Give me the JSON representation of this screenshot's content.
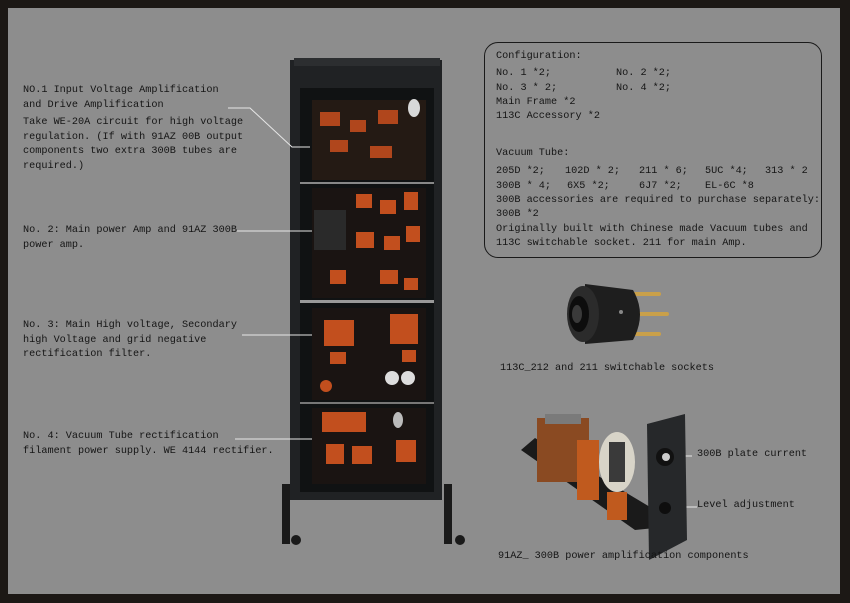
{
  "callouts": [
    {
      "lines": [
        "NO.1 Input Voltage Amplification",
        "and Drive Amplification"
      ],
      "detail": [
        "Take WE-20A circuit for high voltage",
        "regulation. (If with 91AZ 00B output",
        "components two extra 300B tubes are",
        "required.)"
      ]
    },
    {
      "lines": [
        "No. 2: Main power Amp and 91AZ 300B",
        "power amp."
      ]
    },
    {
      "lines": [
        "No. 3: Main High voltage, Secondary",
        "high Voltage and grid negative",
        "rectification filter."
      ]
    },
    {
      "lines": [
        "No. 4: Vacuum Tube rectification",
        "filament power supply. WE 4144 rectifier."
      ]
    }
  ],
  "config_box": {
    "title": "Configuration:",
    "items": [
      "No. 1 *2;",
      "No. 2 *2;",
      "No. 3 * 2;",
      "No. 4 *2;"
    ],
    "main_frame": "Main Frame *2",
    "accessory": "113C Accessory *2",
    "tube_title": "Vacuum Tube:",
    "tubes_row1": [
      "205D *2;",
      "102D * 2;",
      "211 * 6;",
      "5UC *4;",
      "313 * 2"
    ],
    "tubes_row2": [
      "300B * 4;",
      "6X5 *2;",
      "6J7 *2;",
      "EL-6C *8"
    ],
    "note1": "300B accessories are required to purchase separately:",
    "note2": "300B *2",
    "note3": "Originally built with Chinese made Vacuum tubes and",
    "note4": "113C switchable socket. 211 for main Amp."
  },
  "socket_caption": "113C_212 and 211 switchable sockets",
  "module_labels": {
    "plate_current": "300B plate current",
    "level": "Level adjustment"
  },
  "module_caption": "91AZ_ 300B power amplification components",
  "colors": {
    "background": "#8d8d8d",
    "border": "#1c1815",
    "chassis_accent": "#c8501e"
  }
}
